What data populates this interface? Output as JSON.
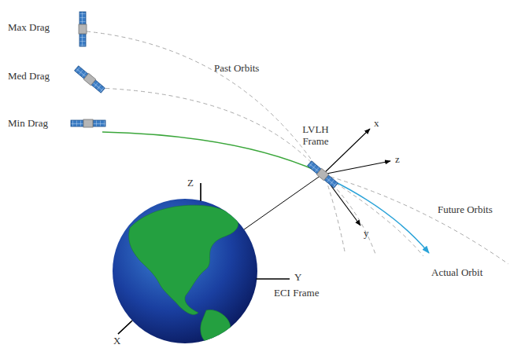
{
  "diagram": {
    "labels": [
      "Max Drag",
      "Med Drag",
      "Min Drag",
      "Past Orbits",
      "LVLH Frame",
      "x",
      "z",
      "y",
      "Future Orbits",
      "Actual Orbit",
      "Z",
      "Y",
      "X",
      "ECI Frame"
    ]
  }
}
